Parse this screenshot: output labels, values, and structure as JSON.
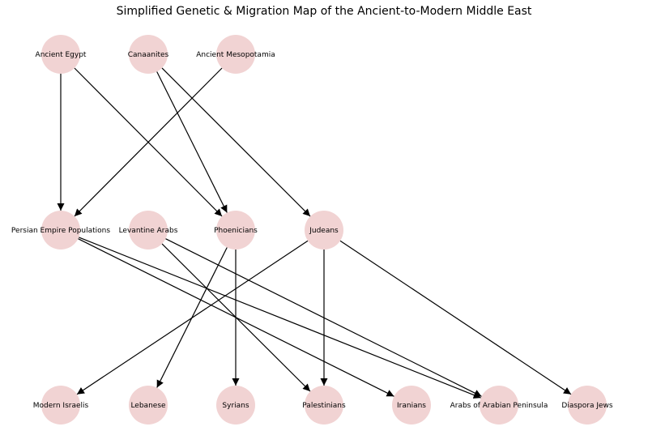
{
  "title": "Simplified Genetic & Migration Map of the Ancient-to-Modern Middle East",
  "colors": {
    "node": "#f1d3d3",
    "edge": "#000000"
  },
  "nodes": [
    {
      "id": "egypt",
      "label": "Ancient Egypt"
    },
    {
      "id": "canaanites",
      "label": "Canaanites"
    },
    {
      "id": "mesopotamia",
      "label": "Ancient Mesopotamia"
    },
    {
      "id": "persian",
      "label": "Persian Empire Populations"
    },
    {
      "id": "levantine",
      "label": "Levantine Arabs"
    },
    {
      "id": "phoenicians",
      "label": "Phoenicians"
    },
    {
      "id": "judeans",
      "label": "Judeans"
    },
    {
      "id": "israelis",
      "label": "Modern Israelis"
    },
    {
      "id": "lebanese",
      "label": "Lebanese"
    },
    {
      "id": "syrians",
      "label": "Syrians"
    },
    {
      "id": "palestinians",
      "label": "Palestinians"
    },
    {
      "id": "iranians",
      "label": "Iranians"
    },
    {
      "id": "arabs",
      "label": "Arabs of Arabian Peninsula"
    },
    {
      "id": "diaspora",
      "label": "Diaspora Jews"
    }
  ],
  "edges": [
    {
      "from": "egypt",
      "to": "persian"
    },
    {
      "from": "egypt",
      "to": "phoenicians"
    },
    {
      "from": "canaanites",
      "to": "phoenicians"
    },
    {
      "from": "canaanites",
      "to": "judeans"
    },
    {
      "from": "mesopotamia",
      "to": "persian"
    },
    {
      "from": "persian",
      "to": "iranians"
    },
    {
      "from": "persian",
      "to": "arabs"
    },
    {
      "from": "levantine",
      "to": "palestinians"
    },
    {
      "from": "levantine",
      "to": "arabs"
    },
    {
      "from": "phoenicians",
      "to": "lebanese"
    },
    {
      "from": "phoenicians",
      "to": "syrians"
    },
    {
      "from": "judeans",
      "to": "israelis"
    },
    {
      "from": "judeans",
      "to": "palestinians"
    },
    {
      "from": "judeans",
      "to": "diaspora"
    }
  ]
}
